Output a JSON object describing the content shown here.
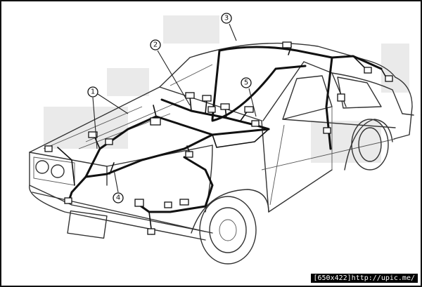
{
  "diagram": {
    "callouts": [
      {
        "id": "callout-1",
        "label": "1"
      },
      {
        "id": "callout-2",
        "label": "2"
      },
      {
        "id": "callout-3",
        "label": "3"
      },
      {
        "id": "callout-4",
        "label": "4"
      },
      {
        "id": "callout-5",
        "label": "5"
      }
    ]
  },
  "watermark": {
    "text": "[650x422]http://upic.me/"
  }
}
